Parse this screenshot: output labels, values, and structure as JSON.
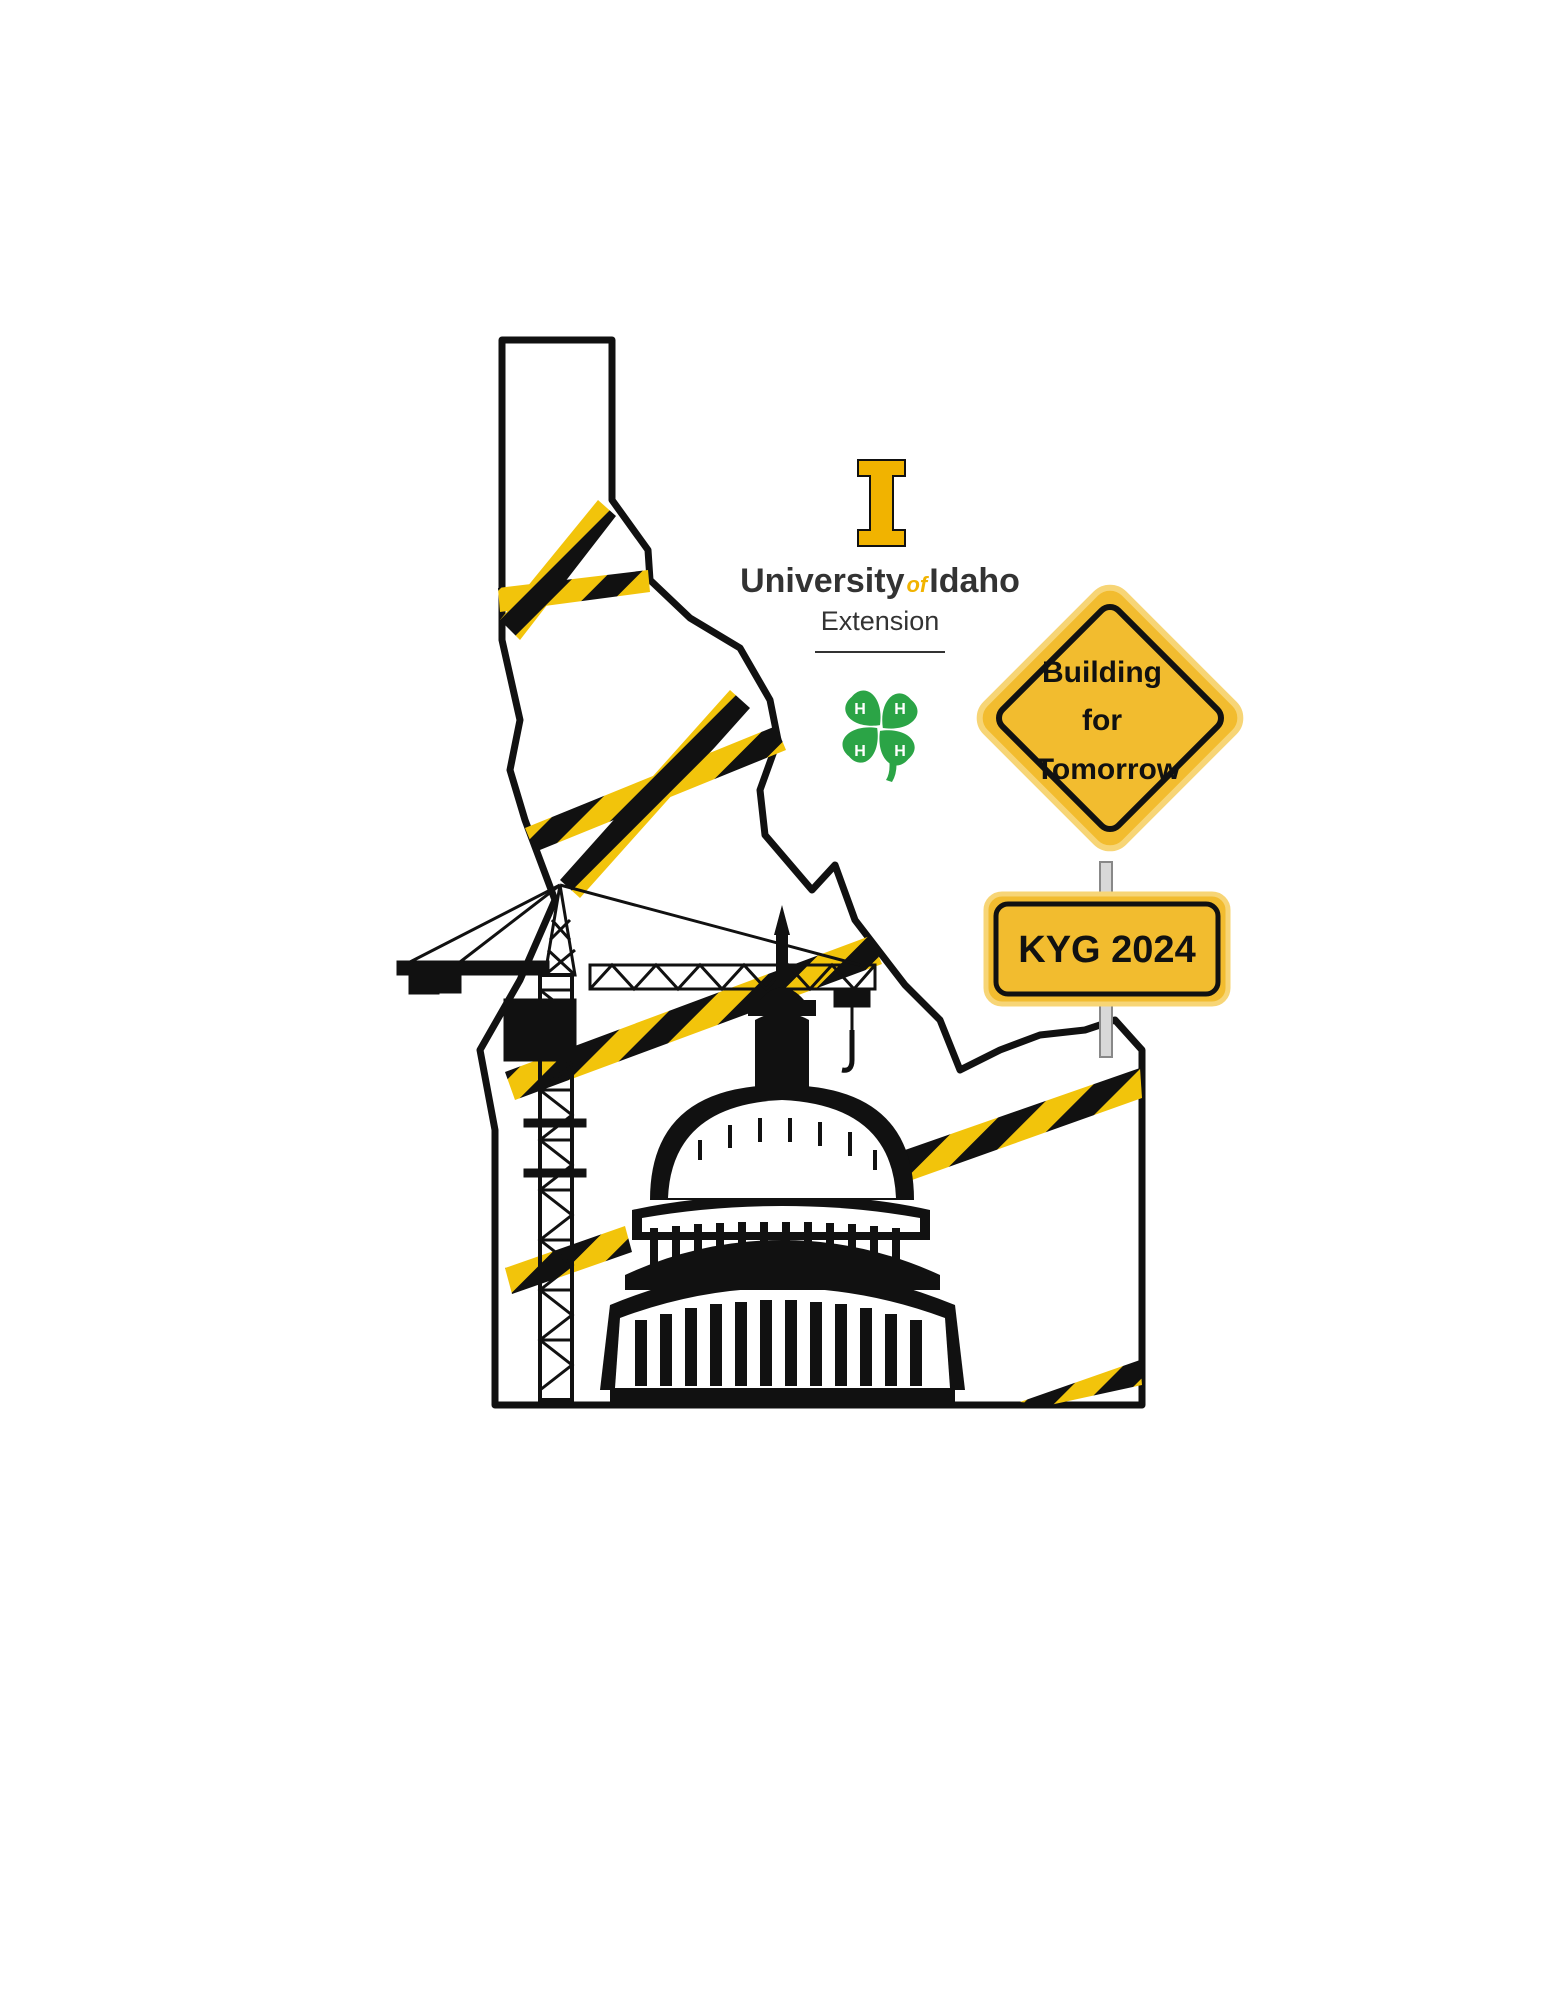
{
  "logo": {
    "university_word1": "University",
    "university_of": "of",
    "university_word2": "Idaho",
    "subtitle": "Extension",
    "gold_color": "#F1B300",
    "icon": "block-i-icon"
  },
  "clover": {
    "icon": "four-h-clover-icon",
    "letter": "H",
    "color": "#2BA446"
  },
  "diamond_sign": {
    "line1": "Building",
    "line2": "for",
    "line3": "Tomorrow",
    "color": "#F2BC2F"
  },
  "plate_sign": {
    "text": "KYG 2024",
    "color": "#F2BC2F"
  },
  "tape": {
    "black": "#111111",
    "yellow": "#F2C40B"
  }
}
